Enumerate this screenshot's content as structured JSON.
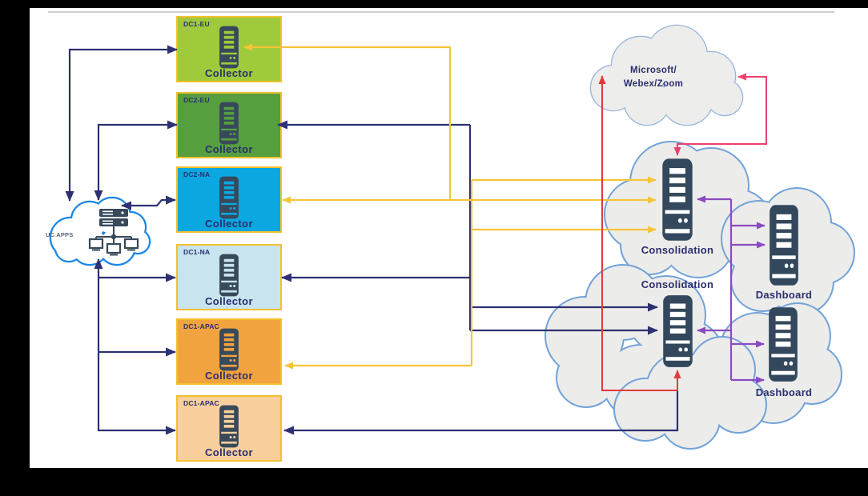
{
  "collectors": [
    {
      "region": "DC1-EU",
      "label": "Collector",
      "fill": "#9fca3b"
    },
    {
      "region": "DC2-EU",
      "label": "Collector",
      "fill": "#569f3f"
    },
    {
      "region": "DC2-NA",
      "label": "Collector",
      "fill": "#0ba7e0"
    },
    {
      "region": "DC1-NA",
      "label": "Collector",
      "fill": "#c8e4ef"
    },
    {
      "region": "DC1-APAC",
      "label": "Collector",
      "fill": "#f1a33f"
    },
    {
      "region": "DC1-APAC",
      "label": "Collector",
      "fill": "#f8cf9d"
    }
  ],
  "uc_cloud": {
    "label": "UC APPS"
  },
  "ms_cloud": {
    "label_line1": "Microsoft/",
    "label_line2": "Webex/Zoom"
  },
  "consolidation_top": {
    "label": "Consolidation"
  },
  "consolidation_bottom": {
    "label": "Consolidation"
  },
  "dashboard_top": {
    "label": "Dashboard"
  },
  "dashboard_bottom": {
    "label": "Dashboard"
  },
  "colors": {
    "connector_navy": "#2e3171",
    "connector_yellow": "#f5c538",
    "connector_red": "#e23a3a",
    "connector_pink": "#ee3f6e",
    "connector_purple": "#8a4bbf",
    "box_border": "#f2c12e",
    "server_slate": "#37495A",
    "label_navy": "#2b2e6e"
  }
}
